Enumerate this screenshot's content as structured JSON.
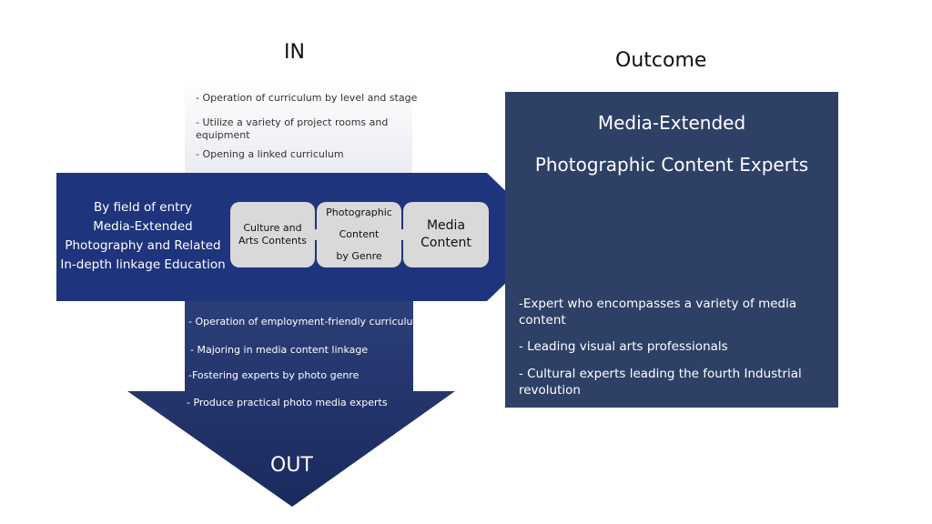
{
  "in_heading": "IN",
  "outcome_heading": "Outcome",
  "out_label": "OUT",
  "in_bullets": [
    "- Operation of curriculum by level and stage",
    "-  Utilize a variety of project rooms and equipment",
    "- Opening a linked curriculum"
  ],
  "arrow_text": [
    "By field of entry",
    "Media-Extended",
    "Photography and Related",
    "In-depth linkage Education"
  ],
  "pieces": {
    "culture": [
      "Culture and",
      "Arts Contents"
    ],
    "photo": [
      "Photographic",
      "Content",
      "by Genre"
    ],
    "media": [
      "Media",
      "Content"
    ]
  },
  "out_bullets": [
    "- Operation of employment-friendly curriculum",
    "- Majoring in media content linkage",
    "-Fostering experts by photo genre",
    "- Produce practical photo media experts"
  ],
  "outcome_title": [
    "Media-Extended",
    "Photographic Content Experts"
  ],
  "outcome_items": [
    "-Expert who encompasses a variety of media content",
    "- Leading visual arts professionals",
    "- Cultural experts leading the fourth Industrial revolution"
  ],
  "colors": {
    "arrow_blue": "#1e347c",
    "down_arrow_gradient_top": "#2c3f78",
    "down_arrow_gradient_bottom": "#1a2a5e",
    "outcome_panel": "#2f4066",
    "puzzle_piece": "#d9d9d9"
  }
}
